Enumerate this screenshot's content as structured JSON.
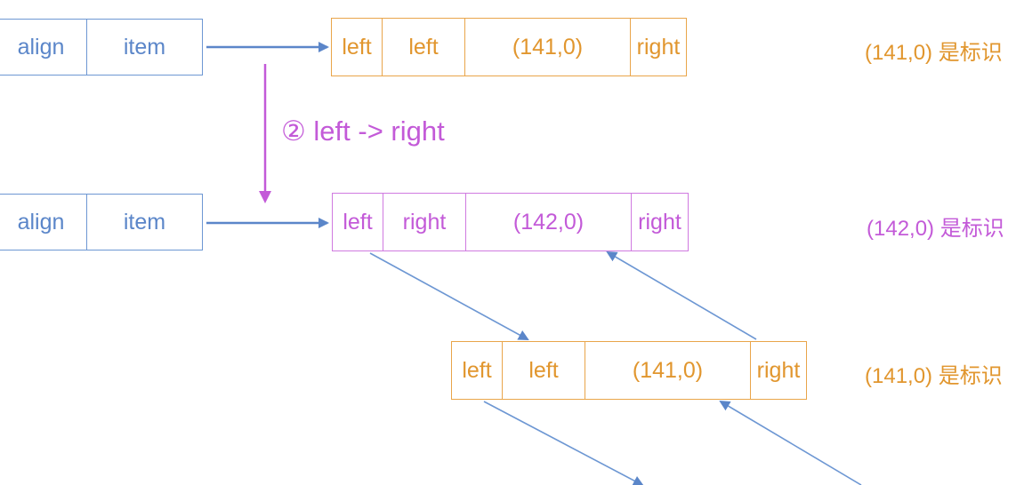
{
  "colors": {
    "blue": "#5b86c9",
    "orange": "#e1962e",
    "pink": "#c35ad8"
  },
  "rows": {
    "row1_head": [
      "align",
      "item"
    ],
    "row1_node": [
      "left",
      "left",
      "(141,0)",
      "right"
    ],
    "row1_note": "(141,0) 是标识",
    "row2_head": [
      "align",
      "item"
    ],
    "row2_node": [
      "left",
      "right",
      "(142,0)",
      "right"
    ],
    "row2_note": "(142,0) 是标识",
    "row3_node": [
      "left",
      "left",
      "(141,0)",
      "right"
    ],
    "row3_note": "(141,0) 是标识"
  },
  "step_label": "② left -> right"
}
